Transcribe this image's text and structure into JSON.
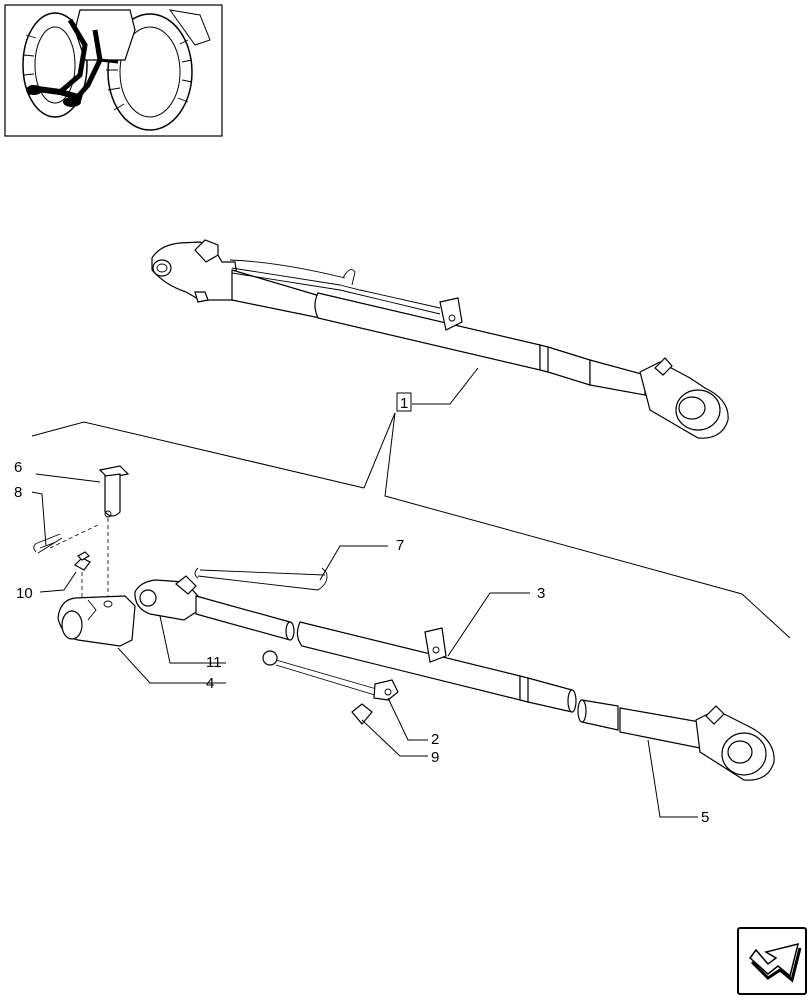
{
  "callouts": {
    "c1": "1",
    "c2": "2",
    "c3": "3",
    "c4": "4",
    "c5": "5",
    "c6": "6",
    "c7": "7",
    "c8": "8",
    "c9": "9",
    "c10": "10",
    "c11": "11"
  },
  "icons": {
    "thumbnail": "tractor-rear-thumbnail-icon",
    "navigation": "next-page-arrow-icon"
  }
}
